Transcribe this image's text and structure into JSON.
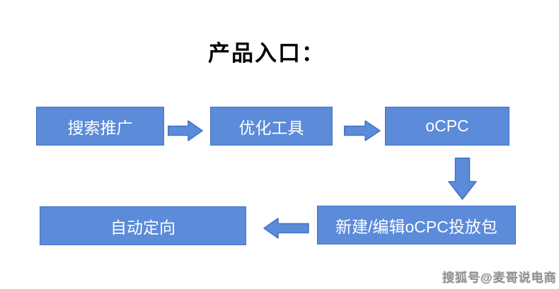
{
  "title": {
    "text": "产品入口："
  },
  "colors": {
    "background": "#ffffff",
    "shape_fill": "#5b8bd9",
    "shape_border": "#4472c4",
    "box_text": "#ffffff",
    "title_text": "#000000",
    "watermark_text": "#8f8f8f"
  },
  "flow": {
    "row1": [
      {
        "label": "搜索推广"
      },
      {
        "label": "优化工具"
      },
      {
        "label": "oCPC"
      }
    ],
    "row2": [
      {
        "label": "新建/编辑oCPC投放包"
      },
      {
        "label": "自动定向"
      }
    ],
    "arrows": [
      {
        "name": "right-arrow",
        "from": "搜索推广",
        "to": "优化工具"
      },
      {
        "name": "right-arrow",
        "from": "优化工具",
        "to": "oCPC"
      },
      {
        "name": "down-arrow",
        "from": "oCPC",
        "to": "新建/编辑oCPC投放包"
      },
      {
        "name": "left-arrow",
        "from": "新建/编辑oCPC投放包",
        "to": "自动定向"
      }
    ]
  },
  "watermark": {
    "text": "搜狐号@麦哥说电商"
  }
}
